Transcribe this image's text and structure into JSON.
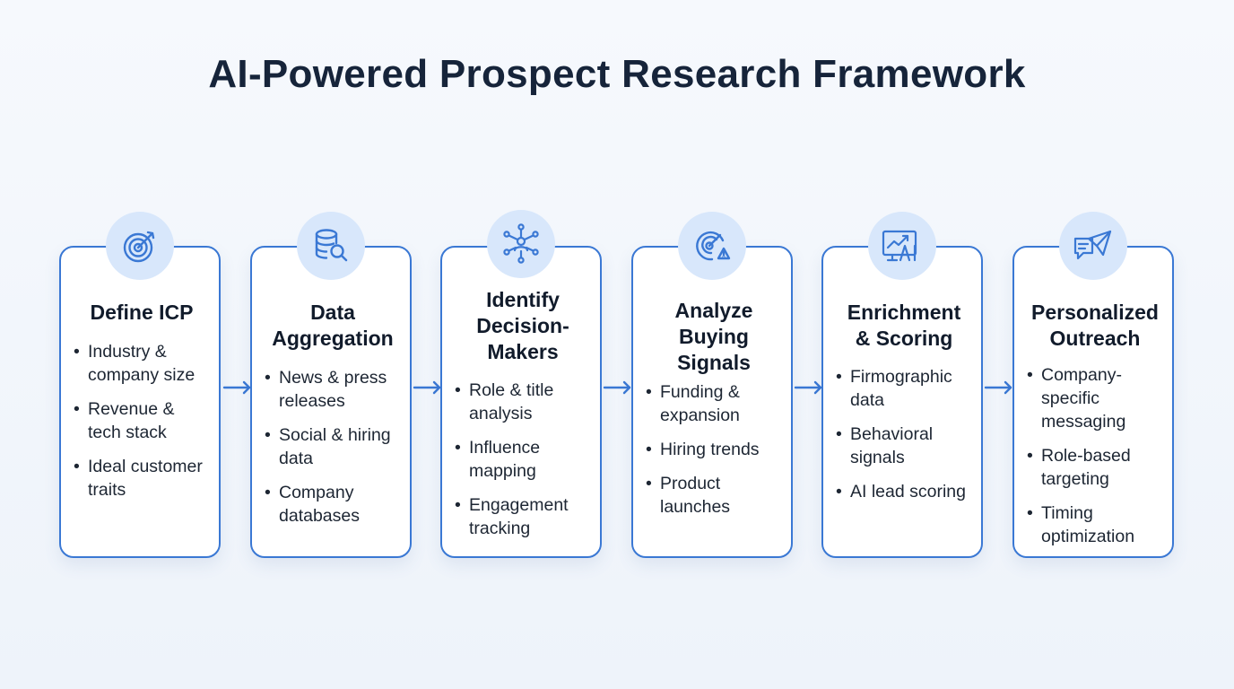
{
  "title": "AI-Powered Prospect Research Framework",
  "colors": {
    "accent": "#3a78d4",
    "icon_bg": "#d8e7fb",
    "title": "#16243a",
    "text": "#1d2633"
  },
  "steps": [
    {
      "icon": "target-icon",
      "title": "Define ICP",
      "bullets": [
        "Industry & company size",
        "Revenue & tech stack",
        "Ideal customer traits"
      ]
    },
    {
      "icon": "database-search-icon",
      "title": "Data Aggregation",
      "bullets": [
        "News & press releases",
        "Social & hiring data",
        "Company databases"
      ]
    },
    {
      "icon": "network-icon",
      "title": "Identify Decision-Makers",
      "bullets": [
        "Role & title analysis",
        "Influence mapping",
        "Engagement tracking"
      ]
    },
    {
      "icon": "target-alert-icon",
      "title": "Analyze Buying Signals",
      "bullets": [
        "Funding & expansion",
        "Hiring trends",
        "Product launches"
      ]
    },
    {
      "icon": "ai-chart-icon",
      "title": "Enrichment & Scoring",
      "bullets": [
        "Firmographic data",
        "Behavioral signals",
        "AI lead scoring"
      ]
    },
    {
      "icon": "message-send-icon",
      "title": "Personalized Outreach",
      "bullets": [
        "Company-specific messaging",
        "Role-based targeting",
        "Timing optimization"
      ]
    }
  ]
}
